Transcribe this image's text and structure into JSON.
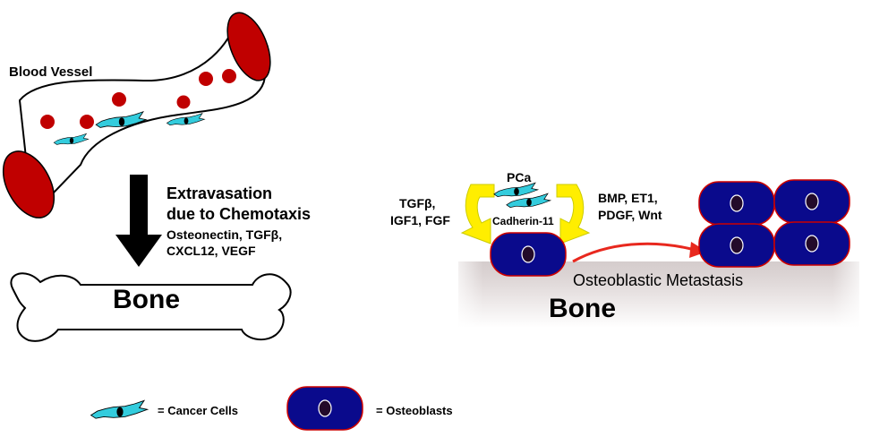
{
  "left_panel": {
    "vessel_label": "Blood Vessel",
    "process_title_line1": "Extravasation",
    "process_title_line2": "due to Chemotaxis",
    "factors_line1": "Osteonectin, TGFβ,",
    "factors_line2": "CXCL12, VEGF",
    "bone_label": "Bone"
  },
  "right_panel": {
    "pca_label": "PCa",
    "left_factors_line1": "TGFβ,",
    "left_factors_line2": "IGF1, FGF",
    "right_factors_line1": "BMP, ET1,",
    "right_factors_line2": "PDGF, Wnt",
    "cadherin_label": "Cadherin-11",
    "metastasis_label": "Osteoblastic Metastasis",
    "bone_label": "Bone"
  },
  "legend": {
    "cancer_cells_label": "= Cancer Cells",
    "osteoblasts_label": "= Osteoblasts"
  },
  "colors": {
    "blood_red": "#c00000",
    "cancer_cell_cyan": "#33ccdd",
    "osteoblast_blue": "#0a0a8c",
    "recycle_arrow_yellow": "#ffee00",
    "metastasis_arrow_red": "#e8281e"
  }
}
